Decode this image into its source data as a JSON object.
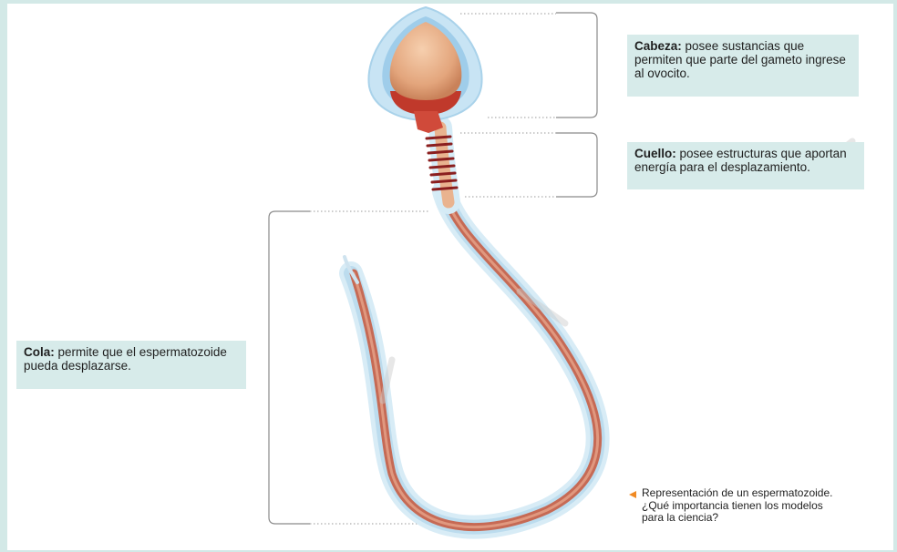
{
  "labels": {
    "head": {
      "term": "Cabeza:",
      "text": " posee sustancias que permiten que parte del gameto ingrese al ovocito."
    },
    "neck": {
      "term": "Cuello:",
      "text": " posee estructuras que aportan energía para el desplazamiento."
    },
    "tail": {
      "term": "Cola:",
      "text": " permite que el espermatozoide pueda desplazarse."
    }
  },
  "caption": "Representación de un espermatozoide. ¿Qué importancia tienen los modelos para la ciencia?",
  "colors": {
    "background": "#d3e9e7",
    "label_fill": "#d7ebea",
    "sperm_body": "#c76a55",
    "sperm_outline": "#cfe6f3",
    "acrosome": "#e9b089",
    "caption_arrow": "#f08a24"
  }
}
